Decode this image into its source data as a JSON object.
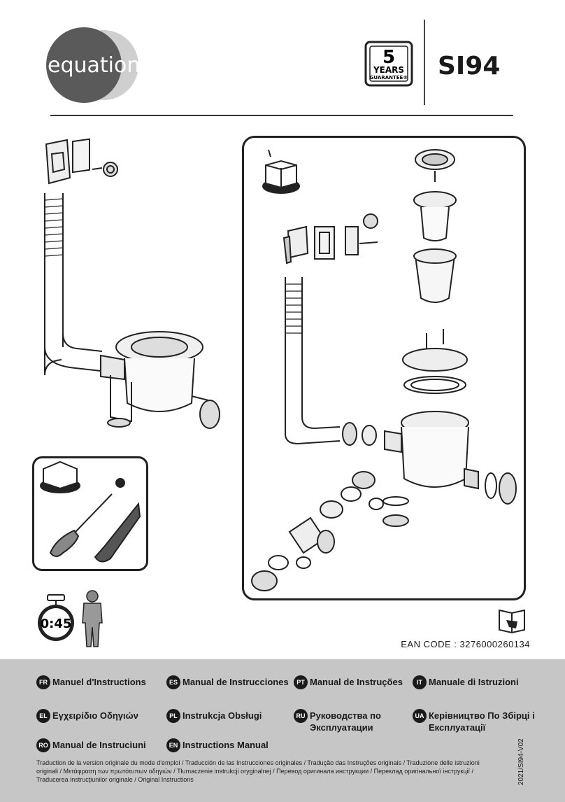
{
  "brand": {
    "name": "equation"
  },
  "guarantee": {
    "number": "5",
    "unit": "YEARS",
    "label": "GUARANTEE®"
  },
  "model": "SI94",
  "timer": {
    "time": "0:45"
  },
  "ean": "EAN CODE : 3276000260134",
  "languages": [
    {
      "code": "FR",
      "label": "Manuel d'Instructions"
    },
    {
      "code": "ES",
      "label": "Manual de Instrucciones"
    },
    {
      "code": "PT",
      "label": "Manual de Instruções"
    },
    {
      "code": "IT",
      "label": "Manuale di Istruzioni"
    },
    {
      "code": "EL",
      "label": "Εγχειρίδιο Οδηγιών"
    },
    {
      "code": "PL",
      "label": "Instrukcja Obsługi"
    },
    {
      "code": "RU",
      "label": "Руководства по Эксплуатации"
    },
    {
      "code": "UA",
      "label": "Керівництво По Збірці і Експлуатації"
    },
    {
      "code": "RO",
      "label": "Manual de Instruciuni"
    },
    {
      "code": "EN",
      "label": "Instructions Manual"
    }
  ],
  "translation_note": "Traduction de la version originale du mode d'emploi / Traducción de las Instrucciones originales / Tradução das Instruções originais / Traduzione delle istruzioni originali / Μετάφραση των πρωτότυπων οδηγιών / Tłumaczenie instrukcji oryginalnej / Перевод оригинала инструкции / Переклад оригінальної інструкції / Traducerea instrucţiunilor originale / Original Instructions",
  "doc_code": "2021/SI94-V02",
  "colors": {
    "footer_bg": "#c6c6c6",
    "logo_dark": "#555555",
    "logo_light": "#bdbdbd",
    "ink": "#1a1a1a"
  }
}
